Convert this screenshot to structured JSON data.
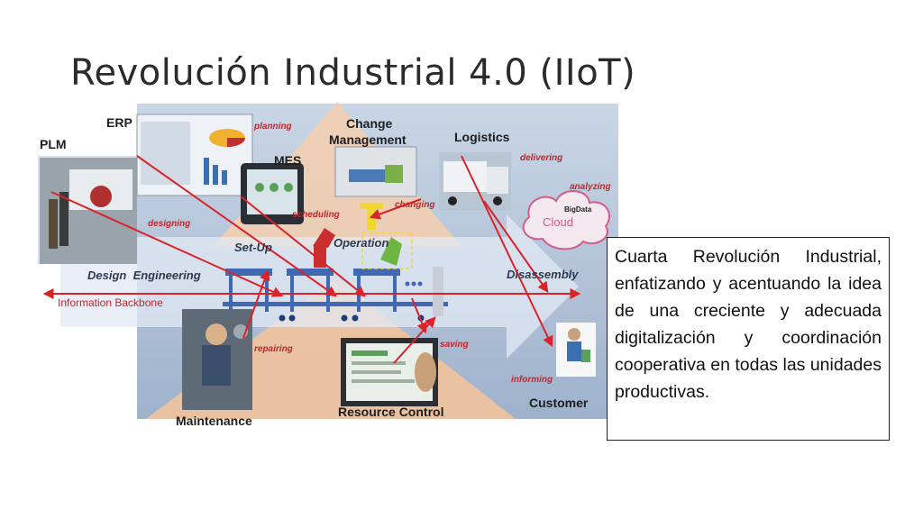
{
  "slide": {
    "title": "Revolución Industrial 4.0 (IIoT)"
  },
  "diagram": {
    "labels": {
      "plm": "PLM",
      "erp": "ERP",
      "mes": "MES",
      "change_1": "Change",
      "change_2": "Management",
      "logistics": "Logistics",
      "cloud": "Cloud",
      "bigdata": "BigData",
      "customer": "Customer",
      "maintenance": "Maintenance",
      "resource_control": "Resource Control"
    },
    "activities": {
      "planning": "planning",
      "scheduling": "scheduling",
      "changing": "changing",
      "delivering": "delivering",
      "analyzing": "analyzing",
      "designing": "designing",
      "repairing": "repairing",
      "saving": "saving",
      "informing": "informing"
    },
    "flow": {
      "setup": "Set-Up",
      "operation": "Operation",
      "design_engineering": "Design  Engineering",
      "disassembly": "Disassembly",
      "backbone": "Information Backbone"
    }
  },
  "textbox": {
    "text": "Cuarta Revolución Industrial, enfatizando y acentuando la idea de una creciente y adecuada digitalización y coordinación cooperativa en todas las unidades productivas."
  },
  "colors": {
    "arrow_red": "#d9232b",
    "pyramid": "#f2c7a3",
    "background_blue": "#aebfd6"
  }
}
